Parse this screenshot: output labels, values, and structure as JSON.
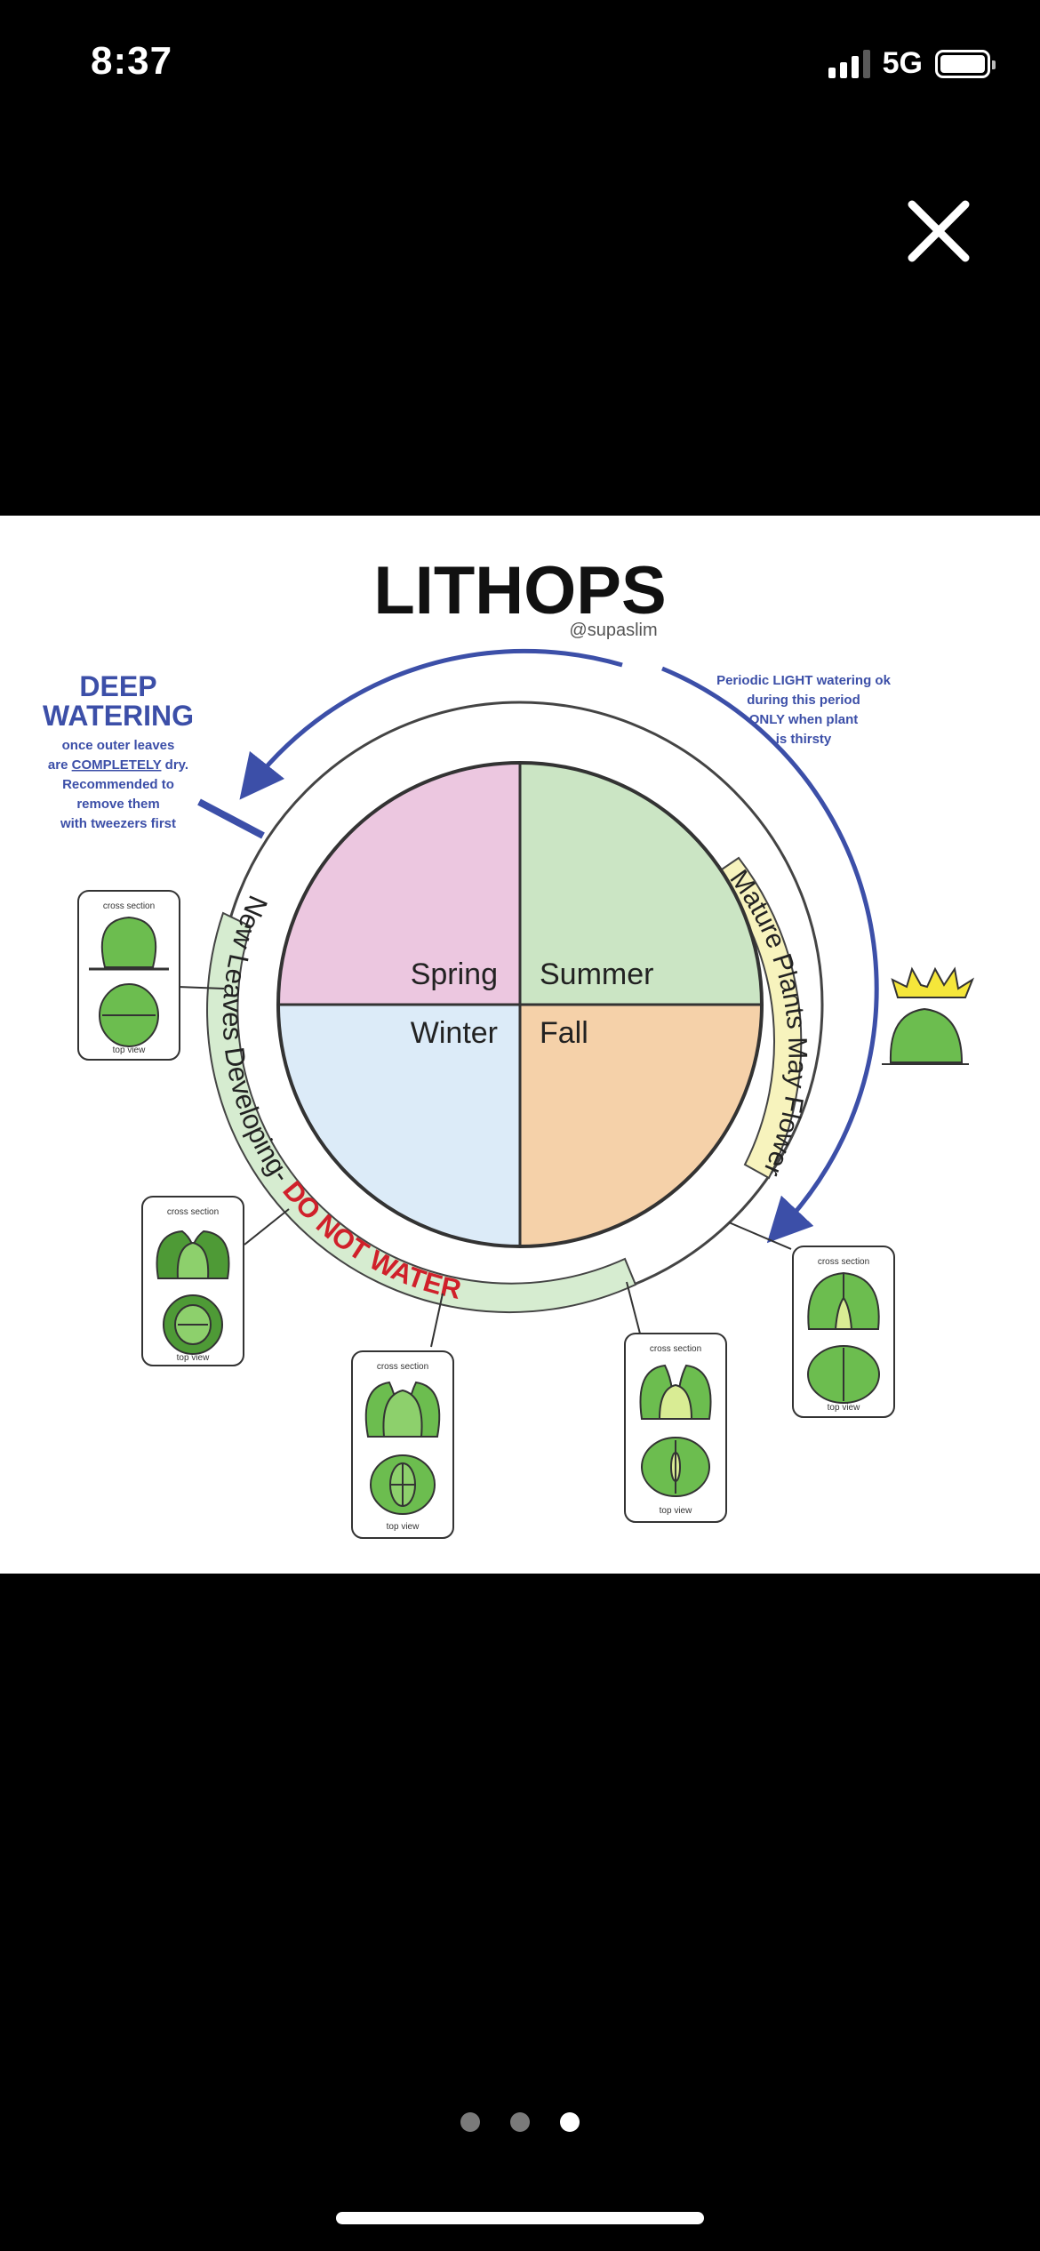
{
  "status": {
    "time": "8:37",
    "network": "5G"
  },
  "icons": {
    "close": "close-icon",
    "battery": "battery-icon",
    "signal": "signal-icon"
  },
  "pager": {
    "count": 3,
    "active_index": 2
  },
  "diagram": {
    "title": "LITHOPS",
    "credit": "@supaslim",
    "deep_watering": {
      "heading_line1": "DEEP",
      "heading_line2": "WATERING",
      "line1": "once outer leaves",
      "line2_prefix": "are ",
      "line2_emph": "COMPLETELY",
      "line2_suffix": " dry.",
      "line3": "Recommended to",
      "line4": "remove them",
      "line5": "with tweezers first"
    },
    "light_watering": {
      "line1": "Periodic LIGHT watering ok",
      "line2": "during this period",
      "line3": "ONLY when plant",
      "line4": "is thirsty"
    },
    "seasons": {
      "spring": "Spring",
      "summer": "Summer",
      "winter": "Winter",
      "fall": "Fall"
    },
    "arc_new_leaves": "New Leaves Developing- ",
    "arc_do_not_water": "DO NOT WATER",
    "arc_flower": "Mature Plants May Flower",
    "card_cross_label": "cross section",
    "card_top_label": "top view",
    "colors": {
      "spring": "#ecc7e0",
      "summer": "#cbe5c4",
      "winter": "#dcebf8",
      "fall": "#f5d1a9",
      "band_green": "#d6ecd0",
      "band_yellow": "#f7f3bd",
      "arrow_blue": "#3c4fa8",
      "warning_red": "#d0202a",
      "leaf_green": "#6cbd4f",
      "flower_yellow": "#f5e63a"
    }
  }
}
